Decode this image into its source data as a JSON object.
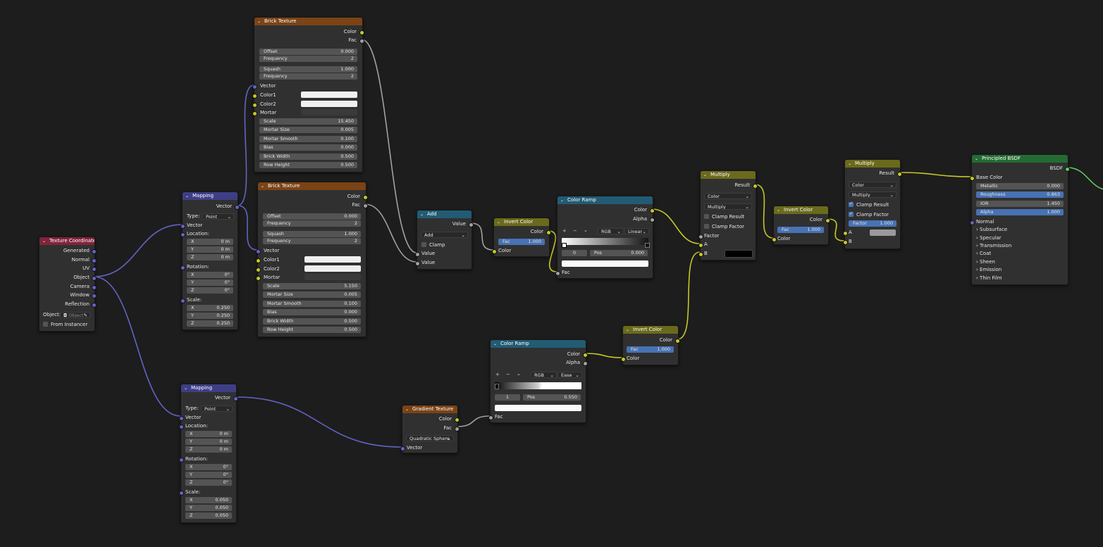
{
  "brick1": {
    "title": "Brick Texture",
    "out_color": "Color",
    "out_fac": "Fac",
    "offset": {
      "label": "Offset",
      "value": "0.000"
    },
    "frequency1": {
      "label": "Frequency",
      "value": "2"
    },
    "squash": {
      "label": "Squash",
      "value": "1.000"
    },
    "frequency2": {
      "label": "Frequency",
      "value": "2"
    },
    "vector": "Vector",
    "color1": "Color1",
    "color2": "Color2",
    "mortar": "Mortar",
    "scale": {
      "label": "Scale",
      "value": "15.450"
    },
    "mortar_size": {
      "label": "Mortar Size",
      "value": "0.005"
    },
    "mortar_smooth": {
      "label": "Mortar Smooth",
      "value": "0.100"
    },
    "bias": {
      "label": "Bias",
      "value": "0.000"
    },
    "brick_width": {
      "label": "Brick Width",
      "value": "0.500"
    },
    "row_height": {
      "label": "Row Height",
      "value": "0.500"
    }
  },
  "brick2": {
    "title": "Brick Texture",
    "out_color": "Color",
    "out_fac": "Fac",
    "offset": {
      "label": "Offset",
      "value": "0.000"
    },
    "frequency1": {
      "label": "Frequency",
      "value": "2"
    },
    "squash": {
      "label": "Squash",
      "value": "1.000"
    },
    "frequency2": {
      "label": "Frequency",
      "value": "2"
    },
    "vector": "Vector",
    "color1": "Color1",
    "color2": "Color2",
    "mortar": "Mortar",
    "scale": {
      "label": "Scale",
      "value": "5.150"
    },
    "mortar_size": {
      "label": "Mortar Size",
      "value": "0.005"
    },
    "mortar_smooth": {
      "label": "Mortar Smooth",
      "value": "0.100"
    },
    "bias": {
      "label": "Bias",
      "value": "0.000"
    },
    "brick_width": {
      "label": "Brick Width",
      "value": "0.500"
    },
    "row_height": {
      "label": "Row Height",
      "value": "0.500"
    }
  },
  "mapping1": {
    "title": "Mapping",
    "out_vector": "Vector",
    "type_label": "Type:",
    "type_value": "Point",
    "in_vector": "Vector",
    "location": "Location:",
    "rotation": "Rotation:",
    "scale": "Scale:",
    "loc": [
      {
        "a": "X",
        "v": "0 m"
      },
      {
        "a": "Y",
        "v": "0 m"
      },
      {
        "a": "Z",
        "v": "0 m"
      }
    ],
    "rot": [
      {
        "a": "X",
        "v": "0°"
      },
      {
        "a": "Y",
        "v": "0°"
      },
      {
        "a": "Z",
        "v": "0°"
      }
    ],
    "scl": [
      {
        "a": "X",
        "v": "0.250"
      },
      {
        "a": "Y",
        "v": "0.250"
      },
      {
        "a": "Z",
        "v": "0.250"
      }
    ]
  },
  "mapping2": {
    "title": "Mapping",
    "out_vector": "Vector",
    "type_label": "Type:",
    "type_value": "Point",
    "in_vector": "Vector",
    "location": "Location:",
    "rotation": "Rotation:",
    "scale": "Scale:",
    "loc": [
      {
        "a": "X",
        "v": "0 m"
      },
      {
        "a": "Y",
        "v": "0 m"
      },
      {
        "a": "Z",
        "v": "0 m"
      }
    ],
    "rot": [
      {
        "a": "X",
        "v": "0°"
      },
      {
        "a": "Y",
        "v": "0°"
      },
      {
        "a": "Z",
        "v": "0°"
      }
    ],
    "scl": [
      {
        "a": "X",
        "v": "0.050"
      },
      {
        "a": "Y",
        "v": "0.050"
      },
      {
        "a": "Z",
        "v": "0.050"
      }
    ]
  },
  "texcoord": {
    "title": "Texture Coordinate",
    "outputs": [
      "Generated",
      "Normal",
      "UV",
      "Object",
      "Camera",
      "Window",
      "Reflection"
    ],
    "object_label": "Object:",
    "object_placeholder": "Object",
    "from_instancer": "From Instancer"
  },
  "add": {
    "title": "Add",
    "out_value": "Value",
    "op": "Add",
    "clamp": "Clamp",
    "in1": "Value",
    "in2": "Value"
  },
  "invert1": {
    "title": "Invert Color",
    "out_color": "Color",
    "fac": {
      "label": "Fac",
      "value": "1.000"
    },
    "in_color": "Color"
  },
  "ramp1": {
    "title": "Color Ramp",
    "out_color": "Color",
    "out_alpha": "Alpha",
    "plus": "+",
    "minus": "−",
    "menu": "⌄",
    "mode": "RGB",
    "interp": "Linear",
    "index": "0",
    "pos": {
      "label": "Pos",
      "value": "0.000"
    },
    "in_fac": "Fac"
  },
  "multiply1": {
    "title": "Multiply",
    "out_result": "Result",
    "type": "Color",
    "op": "Multiply",
    "clamp_result": "Clamp Result",
    "clamp_factor": "Clamp Factor",
    "factor": "Factor",
    "a": "A",
    "b": "B"
  },
  "invert2": {
    "title": "Invert Color",
    "out_color": "Color",
    "fac": {
      "label": "Fac",
      "value": "1.000"
    },
    "in_color": "Color"
  },
  "multiply2": {
    "title": "Multiply",
    "out_result": "Result",
    "type": "Color",
    "op": "Multiply",
    "clamp_result": "Clamp Result",
    "clamp_factor": "Clamp Factor",
    "factor": {
      "label": "Factor",
      "value": "1.000"
    },
    "a": "A",
    "b": "B"
  },
  "bsdf": {
    "title": "Principled BSDF",
    "out_bsdf": "BSDF",
    "base_color": "Base Color",
    "metallic": {
      "label": "Metallic",
      "value": "0.000"
    },
    "roughness": {
      "label": "Roughness",
      "value": "0.863"
    },
    "ior": {
      "label": "IOR",
      "value": "1.450"
    },
    "alpha": {
      "label": "Alpha",
      "value": "1.000"
    },
    "normal": "Normal",
    "panels": [
      "Subsurface",
      "Specular",
      "Transmission",
      "Coat",
      "Sheen",
      "Emission",
      "Thin Film"
    ]
  },
  "invert3": {
    "title": "Invert Color",
    "out_color": "Color",
    "fac": {
      "label": "Fac",
      "value": "1.000"
    },
    "in_color": "Color"
  },
  "ramp2": {
    "title": "Color Ramp",
    "out_color": "Color",
    "out_alpha": "Alpha",
    "plus": "+",
    "minus": "−",
    "menu": "⌄",
    "mode": "RGB",
    "interp": "Ease",
    "index": "1",
    "pos": {
      "label": "Pos",
      "value": "0.550"
    },
    "in_fac": "Fac"
  },
  "gradient": {
    "title": "Gradient Texture",
    "out_color": "Color",
    "out_fac": "Fac",
    "gtype": "Quadratic Sphere",
    "in_vector": "Vector"
  },
  "colors": {
    "background": "#1d1d1d",
    "node": "#303030",
    "texture_header": "#7b4316",
    "vector_header": "#3e3e86",
    "input_header": "#82233b",
    "converter_header": "#235b74",
    "color_header": "#6a6a1c",
    "shader_header": "#236b33",
    "link_vector": "#6363c7",
    "link_color": "#c7c729",
    "link_float": "#a1a1a1",
    "link_shader": "#63c763",
    "field_active": "#4772b3"
  }
}
